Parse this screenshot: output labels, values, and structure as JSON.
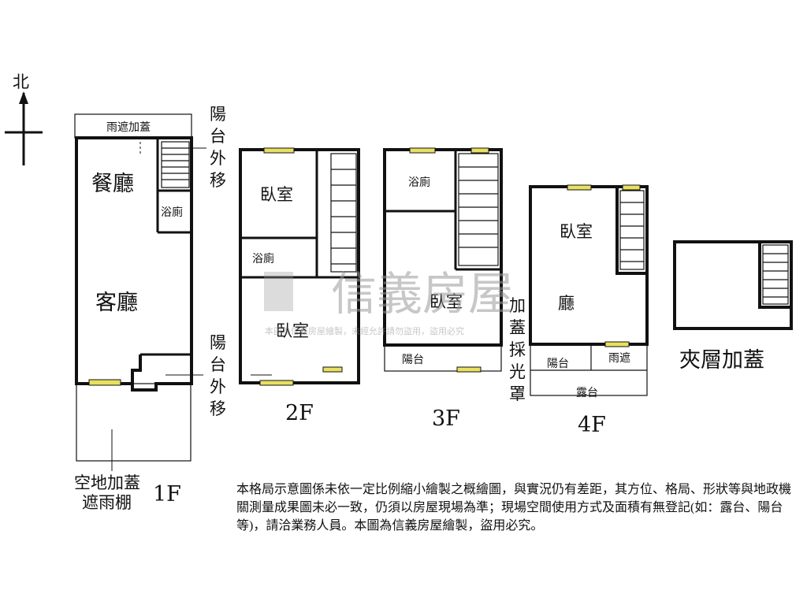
{
  "compass": {
    "north": "北"
  },
  "floors": {
    "f1": "1F",
    "f2": "2F",
    "f3": "3F",
    "f4": "4F",
    "mezzanine": "夾層加蓋"
  },
  "rooms": {
    "f1_awning": "雨遮加蓋",
    "f1_dining": "餐廳",
    "f1_bath": "浴廁",
    "f1_living": "客廳",
    "f1_yard_1": "空地加蓋",
    "f1_yard_2": "遮雨棚",
    "f2_bed_top": "臥室",
    "f2_bath": "浴廁",
    "f2_bed_bottom": "臥室",
    "f3_bath": "浴廁",
    "f3_bed": "臥室",
    "f3_balcony": "陽台",
    "f4_bed": "臥室",
    "f4_hall": "廳",
    "f4_balcony": "陽台",
    "f4_awning": "雨遮",
    "f4_terrace": "露台"
  },
  "notes": {
    "balcony_moved_top": [
      "陽",
      "台",
      "外",
      "移"
    ],
    "balcony_moved_bottom": [
      "陽",
      "台",
      "外",
      "移"
    ],
    "skylight_addition": [
      "加",
      "蓋",
      "採",
      "光",
      "罩"
    ]
  },
  "watermark": {
    "brand": "信義房屋",
    "text": "本圖為信義房屋繪製，未經允許請勿盜用，盜用必究"
  },
  "disclaimer": "本格局示意圖係未依一定比例縮小繪製之概繪圖，與實況仍有差距，其方位、格局、形狀等與地政機關測量成果圖未必一致，仍須以房屋現場為準；現場空間使用方式及面積有無登記(如：露台、陽台等)，請洽業務人員。本圖為信義房屋繪製，盜用必究。",
  "colors": {
    "window": "#e8e060",
    "wall": "#111111"
  }
}
